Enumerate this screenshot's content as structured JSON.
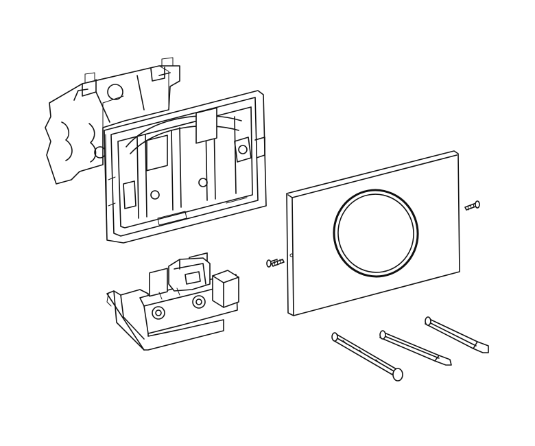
{
  "diagram": {
    "parts": [
      "mounting-bracket",
      "mounting-frame",
      "actuator-plate",
      "fixing-screw-left",
      "fixing-screw-right",
      "actuator-mechanism",
      "extension-rod-1",
      "extension-rod-2",
      "extension-rod-3"
    ],
    "plate_button_shape": "ring"
  }
}
